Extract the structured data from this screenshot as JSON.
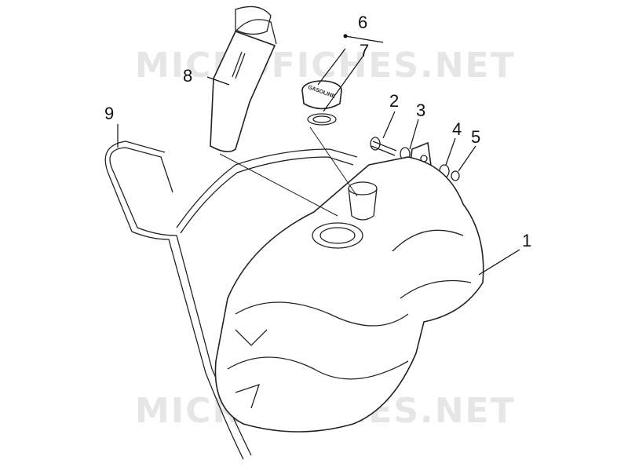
{
  "watermark": {
    "top_text": "MICROFICHES.NET",
    "bottom_text": "MICROFICHES.NET"
  },
  "fuel_cap_text": "GASOLINE",
  "callouts": {
    "c1": "1",
    "c2": "2",
    "c3": "3",
    "c4": "4",
    "c5": "5",
    "c6": "6",
    "c7": "7",
    "c8": "8",
    "c9": "9"
  }
}
